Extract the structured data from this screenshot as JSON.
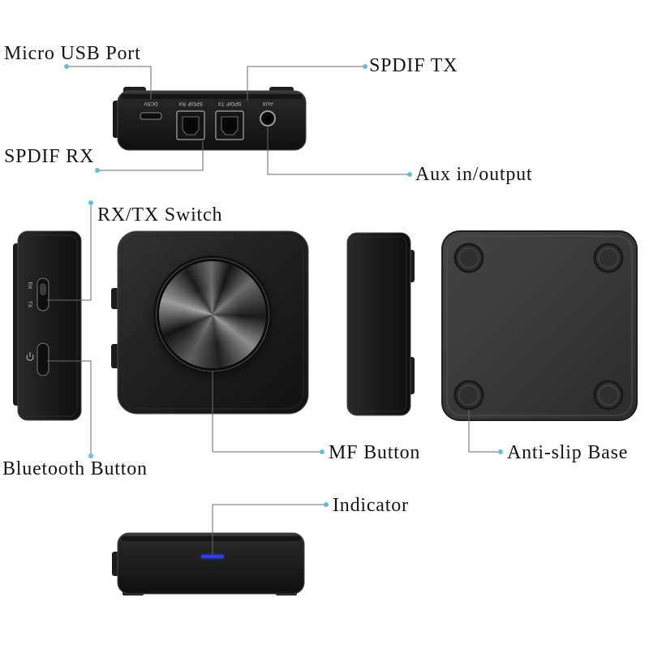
{
  "callouts": {
    "micro_usb_port": "Micro USB Port",
    "spdif_tx": "SPDIF TX",
    "spdif_rx": "SPDIF RX",
    "aux_in_output": "Aux in/output",
    "rx_tx_switch": "RX/TX Switch",
    "bluetooth_button": "Bluetooth Button",
    "mf_button": "MF Button",
    "anti_slip_base": "Anti-slip Base",
    "indicator": "Indicator"
  },
  "device_markings": {
    "dc5v": "DC5V",
    "spdif_rx": "SPDIF RX",
    "spdif_tx": "SPDIF TX",
    "aux": "AUX",
    "rx": "RX",
    "tx": "TX"
  },
  "icons": {
    "bluetooth_button_symbol": "power-icon"
  },
  "colors": {
    "indicator_light": "#2b3bff",
    "leader_dot": "#5bc0de",
    "leader_line": "#6a6a6a",
    "device_body": "#1c1c1c"
  }
}
